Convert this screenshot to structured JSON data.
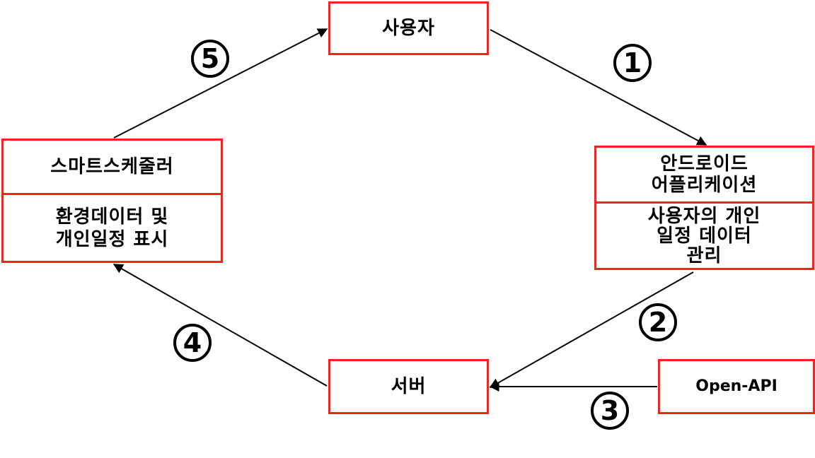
{
  "nodes": {
    "user": {
      "label": "사용자"
    },
    "scheduler": {
      "title": "스마트스케줄러",
      "description_lines": [
        "환경데이터 및",
        "개인일정 표시"
      ]
    },
    "android": {
      "title_lines": [
        "안드로이드",
        "어플리케이션"
      ],
      "description_lines": [
        "사용자의 개인",
        "일정 데이터",
        "관리"
      ]
    },
    "server": {
      "label": "서버"
    },
    "openapi": {
      "label": "Open-API"
    }
  },
  "steps": [
    "1",
    "2",
    "3",
    "4",
    "5"
  ],
  "colors": {
    "box_border": "#ff1f1f",
    "arrow": "#000000"
  }
}
